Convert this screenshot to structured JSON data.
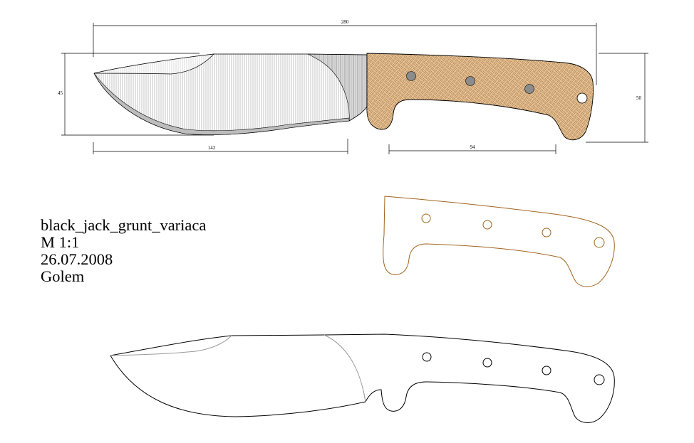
{
  "title_block": {
    "name": "black_jack_grunt_variaca",
    "scale": "M 1:1",
    "date": "26.07.2008",
    "author": "Golem"
  },
  "dimensions": {
    "overall_length": "280",
    "blade_length": "142",
    "handle_length": "94",
    "blade_height": "45",
    "handle_height": "50"
  },
  "colors": {
    "handle_fill": "#e8c8a0",
    "handle_weave": "#b07a40",
    "handle_outline": "#a0641e",
    "blade_edge": "#bdbdbd"
  }
}
